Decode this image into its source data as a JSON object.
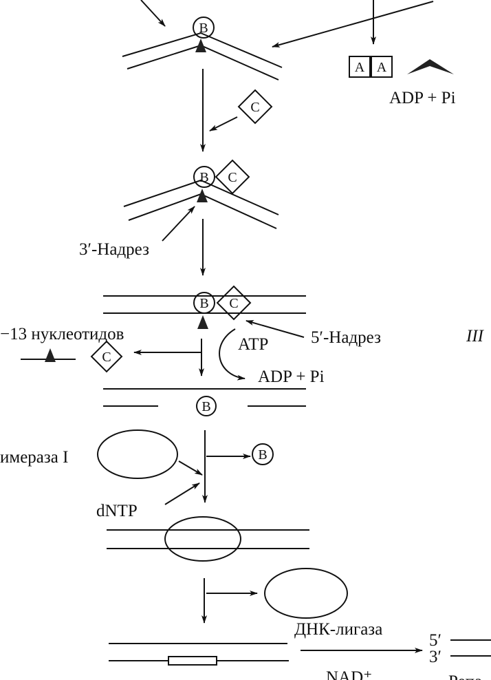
{
  "labels": {
    "b": "B",
    "a": "A",
    "c": "C",
    "adp_pi": "ADP + Pi",
    "nick3": "3′-Надрез",
    "nick5": "5′-Надрез",
    "nucleotides": "−13 нуклеотидов",
    "atp": "ATP",
    "stage": "III",
    "polymerase": "имераза I",
    "dntp": "dNTP",
    "ligase": "ДНК-лигаза",
    "nad": "NAD⁺",
    "end5": "5′",
    "end3": "3′",
    "repair": "Репа"
  }
}
